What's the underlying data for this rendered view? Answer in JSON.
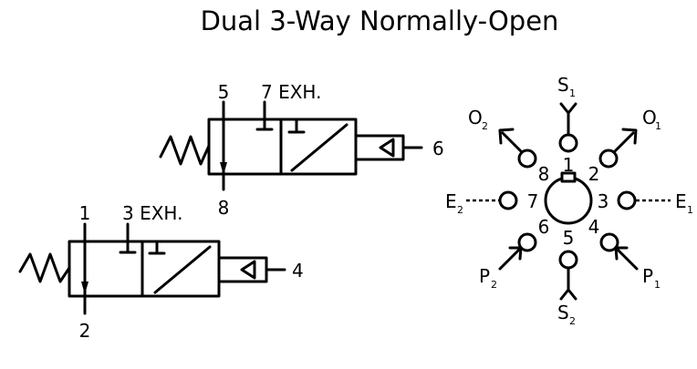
{
  "title": "Dual 3-Way Normally-Open",
  "upper_valve": {
    "port_5": "5",
    "port_7_exhaust": "7 EXH.",
    "port_8": "8",
    "port_6": "6"
  },
  "lower_valve": {
    "port_1": "1",
    "port_3_exhaust": "3 EXH.",
    "port_2": "2",
    "port_4": "4"
  },
  "pin_diagram": {
    "pins": [
      "1",
      "2",
      "3",
      "4",
      "5",
      "6",
      "7",
      "8"
    ],
    "ports": {
      "S1": {
        "letter": "S",
        "sub": "1"
      },
      "O1": {
        "letter": "O",
        "sub": "1"
      },
      "E1": {
        "letter": "E",
        "sub": "1"
      },
      "P1": {
        "letter": "P",
        "sub": "1"
      },
      "S2": {
        "letter": "S",
        "sub": "2"
      },
      "P2": {
        "letter": "P",
        "sub": "2"
      },
      "E2": {
        "letter": "E",
        "sub": "2"
      },
      "O2": {
        "letter": "O",
        "sub": "2"
      }
    }
  }
}
